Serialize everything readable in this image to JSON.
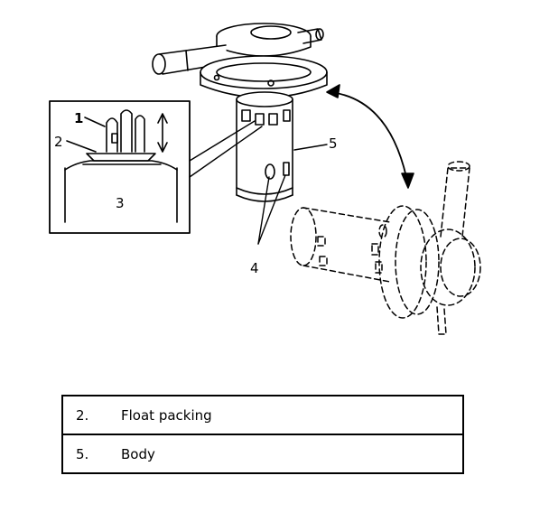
{
  "diagram": {
    "callouts": {
      "c1": "1",
      "c2": "2",
      "c3": "3",
      "c4": "4",
      "c5": "5"
    }
  },
  "legend": {
    "rows": [
      {
        "number": "2.",
        "label": "Float packing"
      },
      {
        "number": "5.",
        "label": "Body"
      }
    ]
  }
}
